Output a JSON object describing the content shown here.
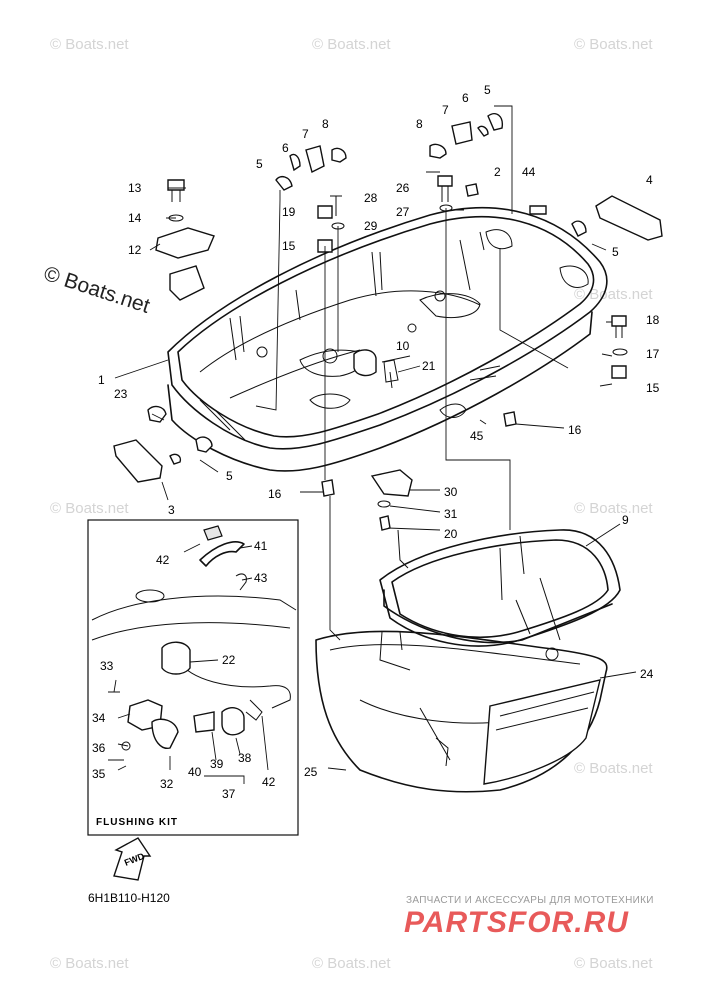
{
  "watermark_text": "© Boats.net",
  "diagram_code": "6H1B110-H120",
  "flushing_kit_title": "FLUSHING KIT",
  "fwd_label": "FWD",
  "brand": {
    "tagline": "ЗАПЧАСТИ И АКСЕССУАРЫ ДЛЯ МОТОТЕХНИКИ",
    "logo": "PARTSFOR.RU"
  },
  "callouts": [
    "1",
    "2",
    "3",
    "4",
    "5",
    "5",
    "5",
    "5",
    "6",
    "6",
    "7",
    "7",
    "8",
    "8",
    "9",
    "10",
    "12",
    "13",
    "14",
    "15",
    "15",
    "15",
    "16",
    "16",
    "17",
    "18",
    "19",
    "20",
    "21",
    "22",
    "23",
    "24",
    "25",
    "26",
    "27",
    "28",
    "29",
    "30",
    "31",
    "32",
    "33",
    "34",
    "35",
    "36",
    "37",
    "38",
    "39",
    "40",
    "41",
    "42",
    "42",
    "43",
    "44",
    "45"
  ]
}
